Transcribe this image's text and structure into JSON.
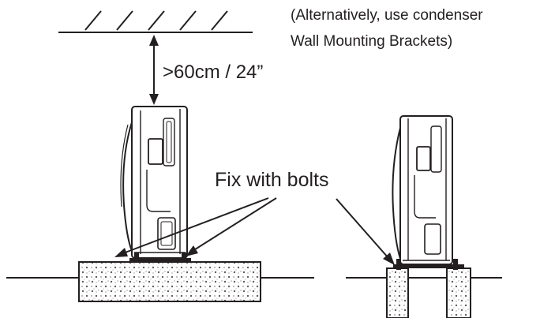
{
  "labels": {
    "clearance": ">60cm / 24”",
    "note_line1": "(Alternatively, use condenser",
    "note_line2": "Wall Mounting Brackets)",
    "fix_bolts": "Fix with bolts"
  },
  "colors": {
    "ink": "#231f20",
    "background": "#ffffff"
  }
}
